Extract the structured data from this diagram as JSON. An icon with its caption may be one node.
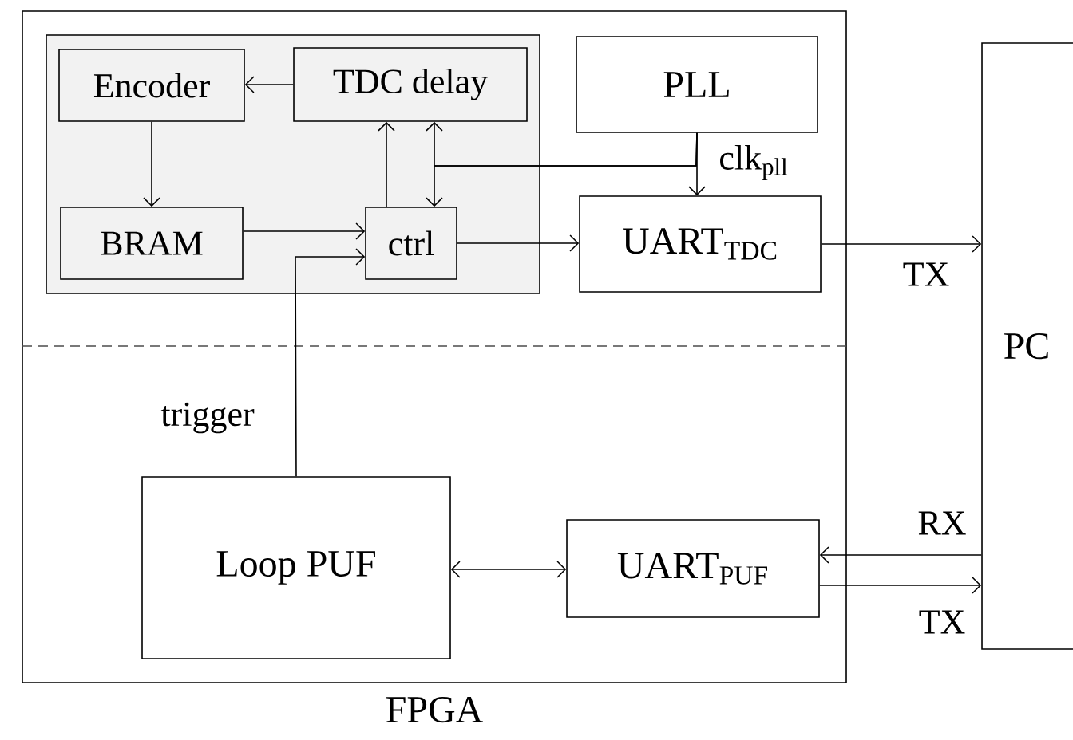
{
  "diagram": {
    "nodes": [
      {
        "text": [
          "FPGA"
        ]
      },
      {
        "text": [],
        "shape": "box",
        "in": 0
      },
      {
        "text": [
          "Encoder"
        ],
        "in": 1
      },
      {
        "text": [
          "TDC delay"
        ],
        "in": 1
      },
      {
        "text": [
          "BRAM"
        ],
        "in": 1
      },
      {
        "text": [
          "ctrl"
        ],
        "in": 1
      },
      {
        "text": [
          "PLL"
        ],
        "in": 0
      },
      {
        "text": [
          "UART$_{TDC}$"
        ],
        "in": 0
      },
      {
        "text": [
          "Loop PUF"
        ],
        "in": 0
      },
      {
        "text": [
          "UART$_{PUF}$"
        ],
        "in": 0
      },
      {
        "text": [
          "PC"
        ]
      }
    ],
    "edges": [
      {
        "from": 3,
        "to": 2,
        "arrow": "to"
      },
      {
        "from": 2,
        "to": 4,
        "arrow": "to"
      },
      {
        "from": 4,
        "to": 5,
        "arrow": "to"
      },
      {
        "from": 8,
        "to": 5,
        "arrow": "to",
        "label": "trigger"
      },
      {
        "from": 5,
        "to": 3,
        "arrow": "to"
      },
      {
        "from": 6,
        "to": 3,
        "arrow": "to"
      },
      {
        "from": 6,
        "to": 5,
        "arrow": "to"
      },
      {
        "from": 6,
        "to": 7,
        "arrow": "to",
        "label": "clk$_{pll}$"
      },
      {
        "from": 5,
        "to": 7,
        "arrow": "to"
      },
      {
        "from": 7,
        "to": 10,
        "arrow": "to",
        "label": "TX"
      },
      {
        "from": 8,
        "to": 9,
        "arrow": "both"
      },
      {
        "from": 10,
        "to": 9,
        "arrow": "to",
        "label": "RX"
      },
      {
        "from": 9,
        "to": 10,
        "arrow": "to",
        "label": "TX"
      }
    ]
  }
}
